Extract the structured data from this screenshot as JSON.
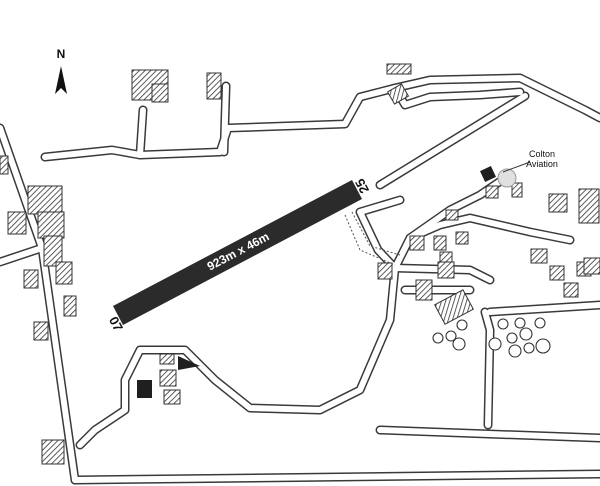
{
  "north_label": "N",
  "runway": {
    "dimensions": "923m x 46m",
    "end_west": "07",
    "end_east": "25"
  },
  "poi": {
    "name_line1": "Colton",
    "name_line2": "Aviation"
  },
  "colors": {
    "runway": "#2b2b2b",
    "road_edge": "#3a3a3a",
    "background": "#ffffff"
  }
}
